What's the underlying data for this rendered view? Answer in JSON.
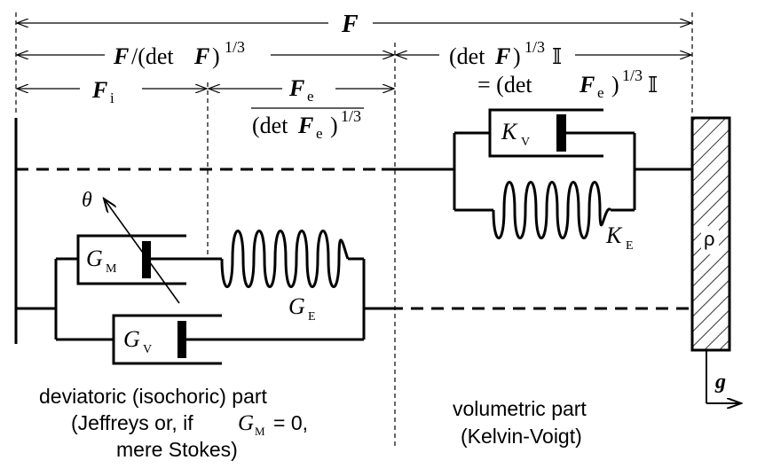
{
  "colors": {
    "ink": "#000000",
    "background": "#ffffff"
  },
  "labels": {
    "F": "F",
    "F_over_detF_main": "F",
    "F_over_detF_rest": "/(det",
    "F_over_detF_F2": "F",
    "F_over_detF_close": ")",
    "exp_one_third": "1/3",
    "detF_I_open": "(det",
    "detF_I_F": "F",
    "detF_I_close": ")",
    "identity": "𝕀",
    "eq_detFe_eq": "= (det",
    "eq_detFe_F": "F",
    "eq_detFe_sub": "e",
    "eq_detFe_close": ")",
    "Fi_main": "F",
    "Fi_sub": "i",
    "Fe_num_main": "F",
    "Fe_num_sub": "e",
    "Fe_den_open": "(det",
    "Fe_den_F": "F",
    "Fe_den_sub": "e",
    "Fe_den_close": ")",
    "theta": "θ",
    "GM_main": "G",
    "GM_sub": "M",
    "GV_main": "G",
    "GV_sub": "V",
    "GE_main": "G",
    "GE_sub": "E",
    "KV_main": "K",
    "KV_sub": "V",
    "KE_main": "K",
    "KE_sub": "E",
    "rho": "ρ",
    "g": "g"
  },
  "captions": {
    "deviatoric_line1": "deviatoric (isochoric) part",
    "deviatoric_line2_a": "(Jeffreys or, if",
    "deviatoric_line2_G": "G",
    "deviatoric_line2_sub": "M",
    "deviatoric_line2_b": "= 0,",
    "deviatoric_line3": "mere Stokes)",
    "volumetric_line1": "volumetric part",
    "volumetric_line2": "(Kelvin-Voigt)"
  },
  "icons": {
    "dashpot": "dashpot-icon",
    "spring": "spring-icon",
    "wall": "fixed-wall-icon",
    "mass": "hatched-mass-icon",
    "gravity": "gravity-arrow-icon"
  }
}
